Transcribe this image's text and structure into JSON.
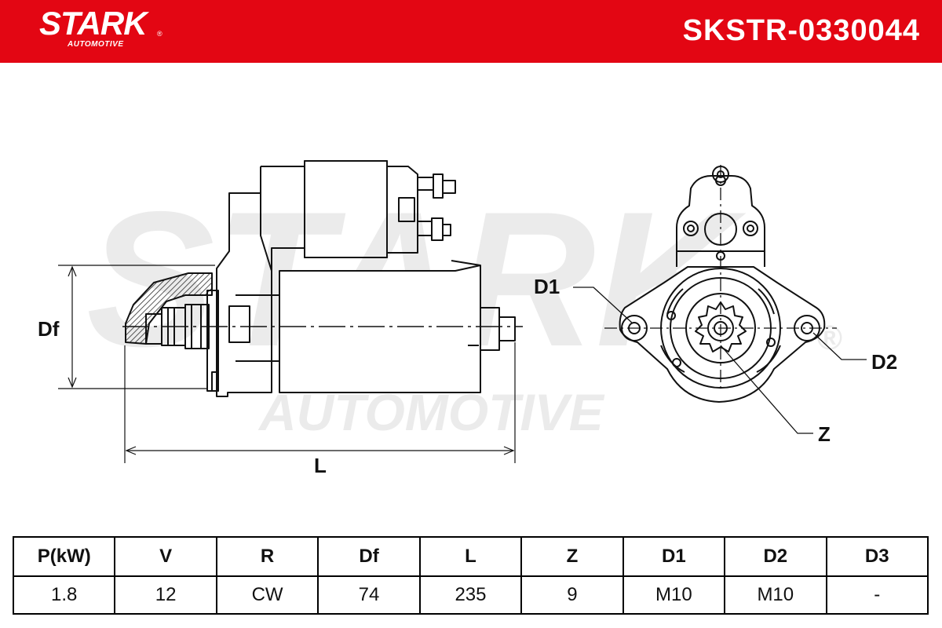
{
  "header": {
    "brand": "STARK",
    "brand_sub": "AUTOMOTIVE",
    "registered_mark": "®",
    "part_number": "SKSTR-0330044",
    "brand_color": "#e30613"
  },
  "watermark": {
    "brand": "STARK",
    "sub": "AUTOMOTIVE",
    "registered_mark": "®"
  },
  "diagram": {
    "labels": {
      "df": "Df",
      "l": "L",
      "d1": "D1",
      "d2": "D2",
      "z": "Z"
    }
  },
  "specs": {
    "headers": [
      "P(kW)",
      "V",
      "R",
      "Df",
      "L",
      "Z",
      "D1",
      "D2",
      "D3"
    ],
    "values": [
      "1.8",
      "12",
      "CW",
      "74",
      "235",
      "9",
      "M10",
      "M10",
      "-"
    ]
  }
}
